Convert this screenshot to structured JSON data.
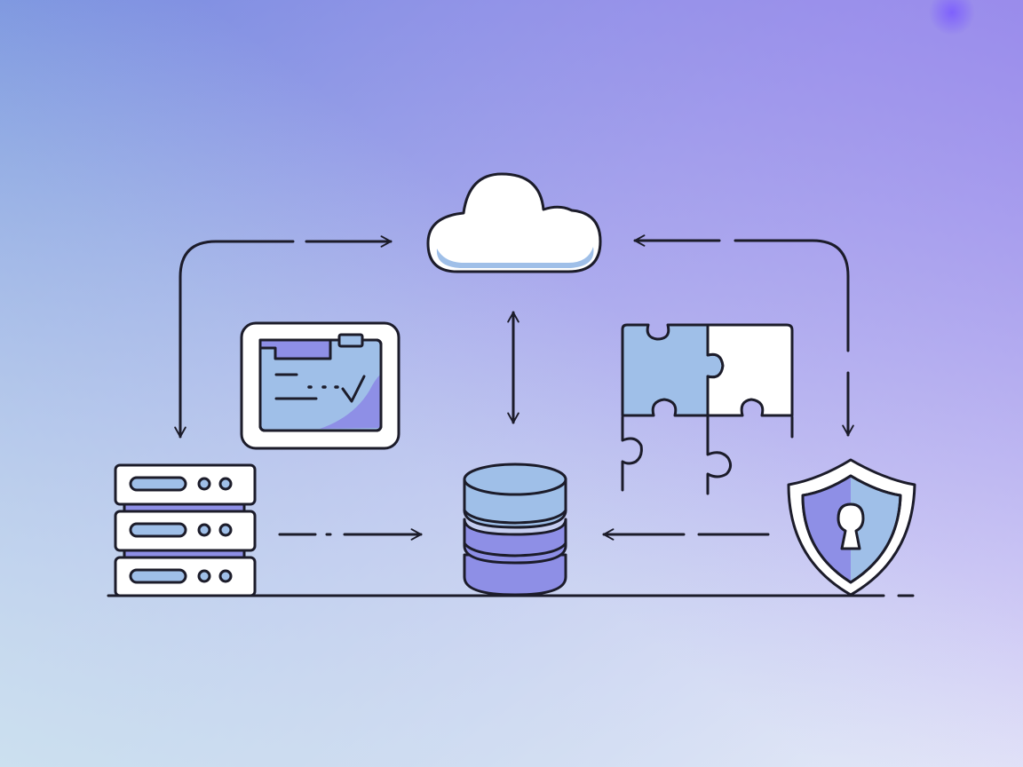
{
  "colors": {
    "bg_top_left": "#6f8fdc",
    "bg_top_right": "#8f7bea",
    "bg_mid": "#b3b8ee",
    "bg_bottom_left": "#cfe6ef",
    "bg_bottom_right": "#efeefb",
    "stroke": "#1c1c2a",
    "white": "#ffffff",
    "light_blue": "#9fbfe8",
    "periwinkle": "#8e8fe6",
    "purple_glow": "#7b5cff"
  },
  "nodes": [
    {
      "id": "cloud",
      "icon": "cloud-icon"
    },
    {
      "id": "database",
      "icon": "database-icon"
    },
    {
      "id": "server",
      "icon": "server-rack-icon"
    },
    {
      "id": "browser",
      "icon": "browser-window-icon"
    },
    {
      "id": "puzzle",
      "icon": "puzzle-icon"
    },
    {
      "id": "shield",
      "icon": "shield-lock-icon"
    }
  ],
  "connections": [
    {
      "from": "server",
      "to": "cloud",
      "style": "dashed-arrow"
    },
    {
      "from": "shield",
      "to": "cloud",
      "style": "dashed-arrow"
    },
    {
      "from": "cloud",
      "to": "database",
      "style": "bidirectional-arrow"
    },
    {
      "from": "server",
      "to": "database",
      "style": "dashed-arrow"
    },
    {
      "from": "shield",
      "to": "database",
      "style": "dashed-arrow"
    }
  ]
}
